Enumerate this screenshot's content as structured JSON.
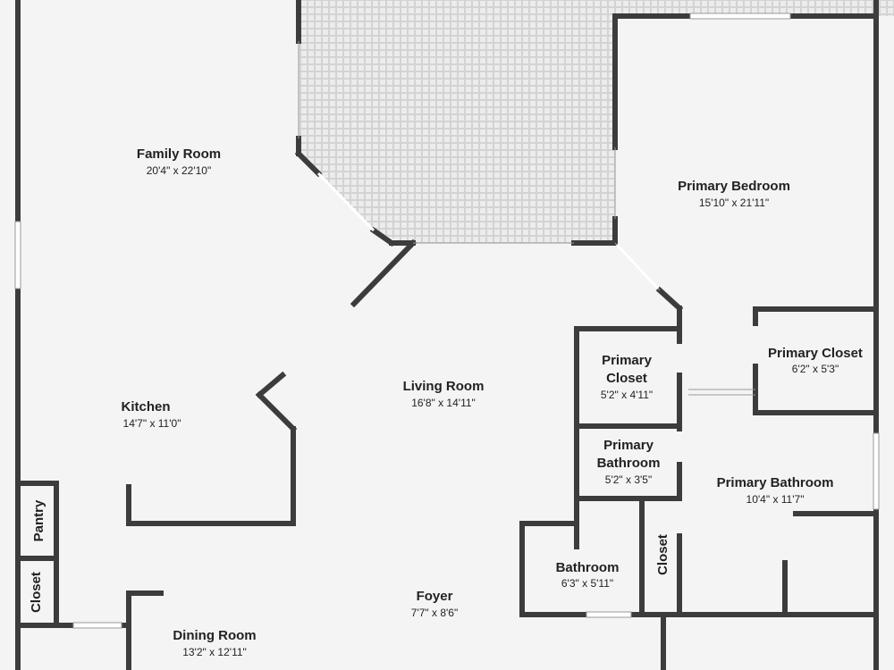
{
  "plan": {
    "rooms": [
      {
        "id": "family-room",
        "name": "Family Room",
        "dims": "20'4\" x 22'10\""
      },
      {
        "id": "primary-bedroom",
        "name": "Primary Bedroom",
        "dims": "15'10\" x 21'11\""
      },
      {
        "id": "primary-closet-right",
        "name": "Primary Closet",
        "dims": "6'2\" x 5'3\""
      },
      {
        "id": "primary-closet-mid",
        "name_line1": "Primary",
        "name_line2": "Closet",
        "dims": "5'2\" x 4'11\""
      },
      {
        "id": "primary-bathroom-small",
        "name_line1": "Primary",
        "name_line2": "Bathroom",
        "dims": "5'2\" x 3'5\""
      },
      {
        "id": "primary-bathroom",
        "name": "Primary Bathroom",
        "dims": "10'4\" x 11'7\""
      },
      {
        "id": "living-room",
        "name": "Living Room",
        "dims": "16'8\" x 14'11\""
      },
      {
        "id": "kitchen",
        "name": "Kitchen",
        "dims": "14'7\" x 11'0\""
      },
      {
        "id": "bathroom",
        "name": "Bathroom",
        "dims": "6'3\" x 5'11\""
      },
      {
        "id": "foyer",
        "name": "Foyer",
        "dims": "7'7\" x 8'6\""
      },
      {
        "id": "dining-room",
        "name": "Dining Room",
        "dims": "13'2\" x 12'11\""
      },
      {
        "id": "pantry",
        "name": "Pantry"
      },
      {
        "id": "closet-left",
        "name": "Closet"
      },
      {
        "id": "closet-hall",
        "name": "Closet"
      }
    ]
  }
}
